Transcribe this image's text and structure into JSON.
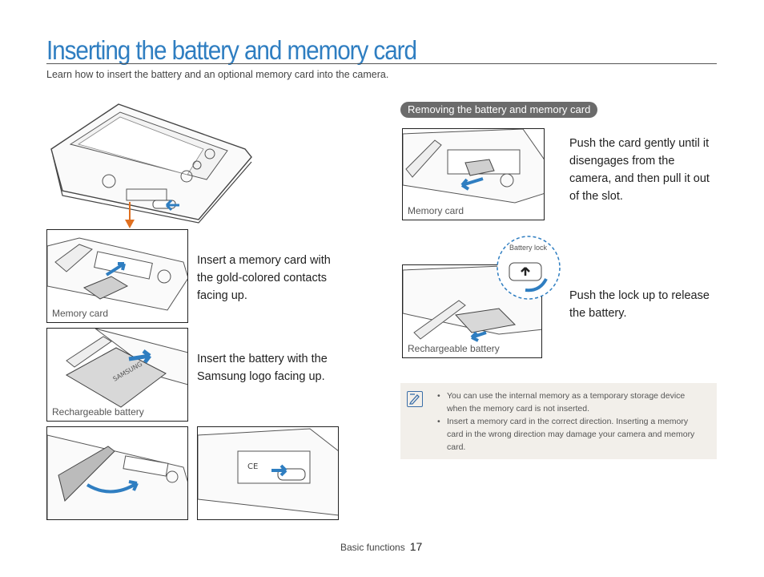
{
  "header": {
    "title": "Inserting the battery and memory card",
    "subtitle": "Learn how to insert the battery and an optional memory card into the camera."
  },
  "left": {
    "step1": {
      "caption": "Memory card",
      "text": "Insert a memory card with the gold-colored contacts facing up."
    },
    "step2": {
      "caption": "Rechargeable battery",
      "text": "Insert the battery with the Samsung logo facing up."
    }
  },
  "right": {
    "section_label": "Removing the battery and memory card",
    "step1": {
      "caption": "Memory card",
      "text": "Push the card gently until it disengages from the camera, and then pull it out of the slot."
    },
    "step2": {
      "caption": "Rechargeable battery",
      "callout": "Battery lock",
      "text": "Push the lock up to release the battery."
    }
  },
  "note": {
    "icon": "note-pencil-icon",
    "items": [
      "You can use the internal memory as a temporary storage device when the memory card is not inserted.",
      "Insert a memory card in the correct direction. Inserting a memory card in the wrong direction may damage your camera and memory card."
    ]
  },
  "footer": {
    "section": "Basic functions",
    "page": "17"
  },
  "colors": {
    "title": "#2f7ec1",
    "arrow_blue": "#2f7ec1",
    "arrow_orange": "#e07020",
    "note_bg": "#f2efea"
  }
}
